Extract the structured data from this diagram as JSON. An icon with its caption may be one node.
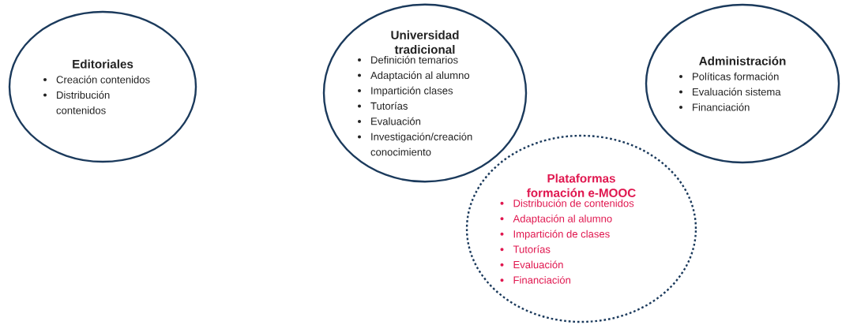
{
  "diagram": {
    "nodes": [
      {
        "text": [
          "Editoriales",
          "Creación contenidos",
          "Distribución contenidos"
        ]
      },
      {
        "text": [
          "Universidad tradicional",
          "Definición temarios",
          "Adaptación al alumno",
          "Impartición clases",
          "Tutorías",
          "Evaluación",
          "Investigación/creación conocimiento"
        ]
      },
      {
        "text": [
          "Administración",
          "Políticas formación",
          "Evaluación sistema",
          "Financiación"
        ]
      },
      {
        "text": [
          "Plataformas formación e-MOOC",
          "Distribución de contenidos",
          "Adaptación al alumno",
          "Impartición de clases",
          "Tutorías",
          "Evaluación",
          "Financiación"
        ]
      }
    ]
  }
}
